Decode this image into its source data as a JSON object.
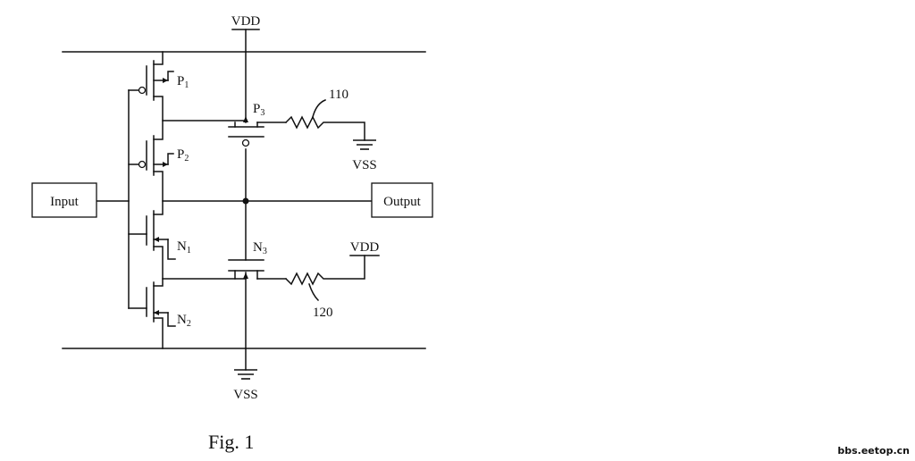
{
  "diagram": {
    "labels": {
      "vdd_top": "VDD",
      "vdd_right": "VDD",
      "vss_bottom": "VSS",
      "vss_right": "VSS",
      "input": "Input",
      "output": "Output",
      "res_110": "110",
      "res_120": "120"
    },
    "transistors": {
      "p1": {
        "letter": "P",
        "num": "1"
      },
      "p2": {
        "letter": "P",
        "num": "2"
      },
      "p3": {
        "letter": "P",
        "num": "3"
      },
      "n1": {
        "letter": "N",
        "num": "1"
      },
      "n2": {
        "letter": "N",
        "num": "2"
      },
      "n3": {
        "letter": "N",
        "num": "3"
      }
    },
    "caption": "Fig. 1"
  },
  "watermark": "bbs.eetop.cn"
}
